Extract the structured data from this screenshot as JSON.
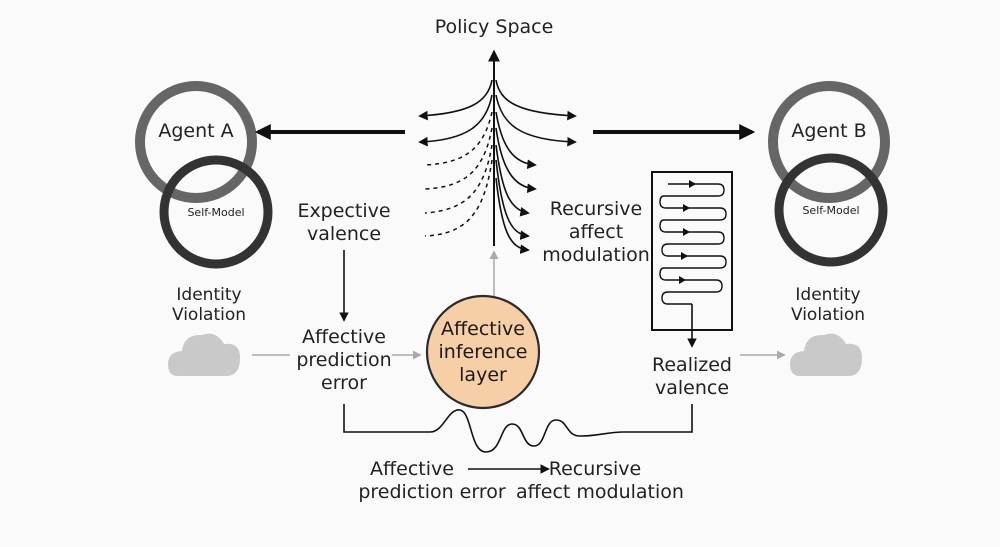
{
  "policy_space": "Policy Space",
  "agent_a": {
    "name": "Agent A",
    "self_model": "Self-Model",
    "identity_violation": [
      "Identity",
      "Violation"
    ]
  },
  "agent_b": {
    "name": "Agent B",
    "self_model": "Self-Model",
    "identity_violation": [
      "Identity",
      "Violation"
    ]
  },
  "expective_valence": [
    "Expective",
    "valence"
  ],
  "affective_prediction_error": [
    "Affective",
    "prediction",
    "error"
  ],
  "inference_layer": [
    "Affective",
    "inference",
    "layer"
  ],
  "recursive_affect_modulation": [
    "Recursive",
    "affect",
    "modulation"
  ],
  "realized_valence": [
    "Realized",
    "valence"
  ],
  "bottom_legend": {
    "left": [
      "Affective",
      "prediction error"
    ],
    "right": [
      "Recursive",
      "affect modulation"
    ]
  },
  "colors": {
    "inference_layer_fill": "#f6cfa6",
    "ring_outer": "#5e5e5e",
    "ring_inner": "#3c3c3c",
    "cloud": "#c9c9c9"
  }
}
